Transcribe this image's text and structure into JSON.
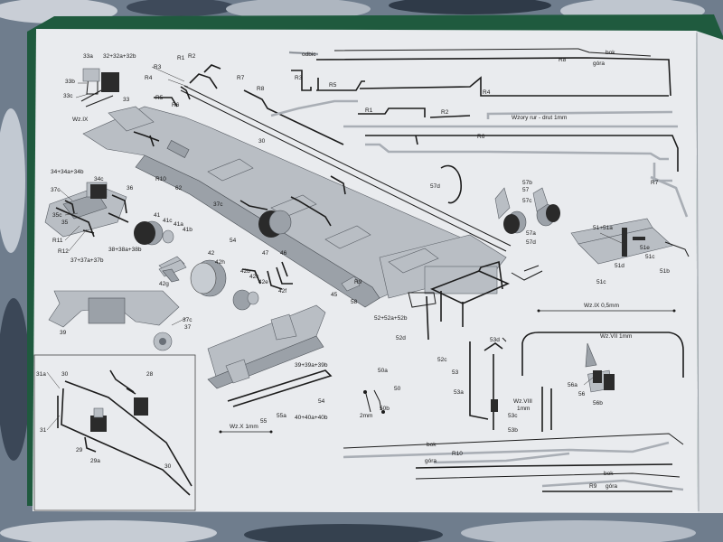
{
  "sheet": {
    "labels": {
      "l33a": "33a",
      "l32": "32+32a+32b",
      "l33b": "33b",
      "l33c": "33c",
      "l33": "33",
      "lwz9a": "Wz.IX",
      "lR1": "R1",
      "lR2": "R2",
      "lR3": "R3",
      "lR4": "R4",
      "lR5": "R5",
      "lR6": "R6",
      "lR7": "R7",
      "lR8": "R8",
      "l30a": "30",
      "lR10": "R10",
      "l62": "62",
      "l34": "34+34a+34b",
      "l34c": "34c",
      "l37c": "37c",
      "l36": "36",
      "l35c": "35c",
      "l35": "35",
      "lR11": "R11",
      "lR12": "R12",
      "l37": "37+37a+37b",
      "l38": "38+38a+38b",
      "l41": "41",
      "l41c": "41c",
      "l41a": "41a",
      "l41b": "41b",
      "l37c2": "37c",
      "l54a": "54",
      "l42": "42",
      "l42h": "42h",
      "l42b": "42b",
      "l42c": "42c",
      "l42e": "42e",
      "l42f": "42f",
      "l42g": "42g",
      "l46": "46",
      "l47": "47",
      "l45": "45",
      "lR9a": "R9",
      "l58": "58",
      "l37c3": "37c",
      "l37b": "37",
      "l39": "39",
      "odbic": "odbic",
      "lR3b": "R3",
      "lR5b": "R5",
      "lR4b": "R4",
      "lR8b": "R8",
      "bok1": "bok",
      "gora1": "góra",
      "lR1b": "R1",
      "lR2b": "R2",
      "wzory": "Wzory rur - drut 1mm",
      "lR6b": "R6",
      "lR7b": "R7",
      "l57d": "57d",
      "l57b": "57b",
      "l57": "57",
      "l57c": "57c",
      "l57a": "57a",
      "l57d2": "57d",
      "l51": "51+51a",
      "l51e": "51e",
      "l51d": "51d",
      "l51c": "51c",
      "l51b": "51b",
      "l51c2": "51c",
      "wz9b": "Wz.IX  0,5mm",
      "wz7": "Wz.VII  1mm",
      "l52": "52+52a+52b",
      "l52d": "52d",
      "l52c": "52c",
      "l53d": "53d",
      "l53": "53",
      "l53a": "53a",
      "l53c": "53c",
      "l53b": "53b",
      "wz8": "Wz.VIII",
      "mm1": "1mm",
      "l50a": "50a",
      "l50": "50",
      "l50b": "50b",
      "mm2": "2mm",
      "l56a": "56a",
      "l56": "56",
      "l56b": "56b",
      "l31a": "31a",
      "l30b": "30",
      "l28": "28",
      "l31": "31",
      "l29": "29",
      "l29a": "29a",
      "l30c": "30",
      "l39b": "39+39a+39b",
      "l54b": "54",
      "wzx": "Wz.X  1mm",
      "l55": "55",
      "l55a": "55a",
      "l40": "40+40a+40b",
      "bok2": "bok",
      "lR10b": "R10",
      "gora2": "góra",
      "bok3": "bok",
      "lR9b": "R9",
      "gora3": "góra"
    }
  }
}
